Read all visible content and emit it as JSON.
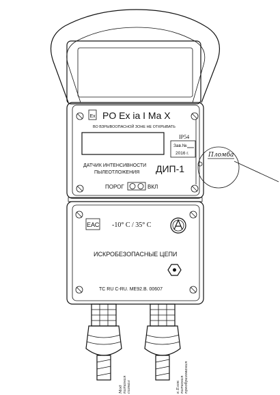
{
  "labels": {
    "ex_marking": "PO Ex ia I Ma X",
    "warning": "ВО ВЗРЫВООПАСНОЙ ЗОНЕ НЕ ОТКРЫВАТЬ",
    "ip_rating": "IP54",
    "serial_line1": "Зав.№",
    "serial_line2": "2016 г.",
    "description_line1": "ДАТЧИК ИНТЕНСИВНОСТИ",
    "description_line2": "ПЫЛЕОТЛОЖЕНИЯ",
    "model": "ДИП-1",
    "threshold": "ПОРОГ",
    "on": "ВКЛ",
    "seal": "Пломба",
    "eac": "ЕАС",
    "temperature_range": "-10° C / 35° C",
    "safe_circuits": "ИСКРОБЕЗОПАСНЫЕ ЦЕПИ",
    "certificate": "ТС RU C-RU. МЕ92.В. 00607",
    "cable1_line1": "Мод",
    "cable1_line2": "питания",
    "cable1_line3": "сигнал",
    "cable2_line1": "к Блок",
    "cable2_line2": "питания",
    "cable2_line3": "преобразования"
  }
}
